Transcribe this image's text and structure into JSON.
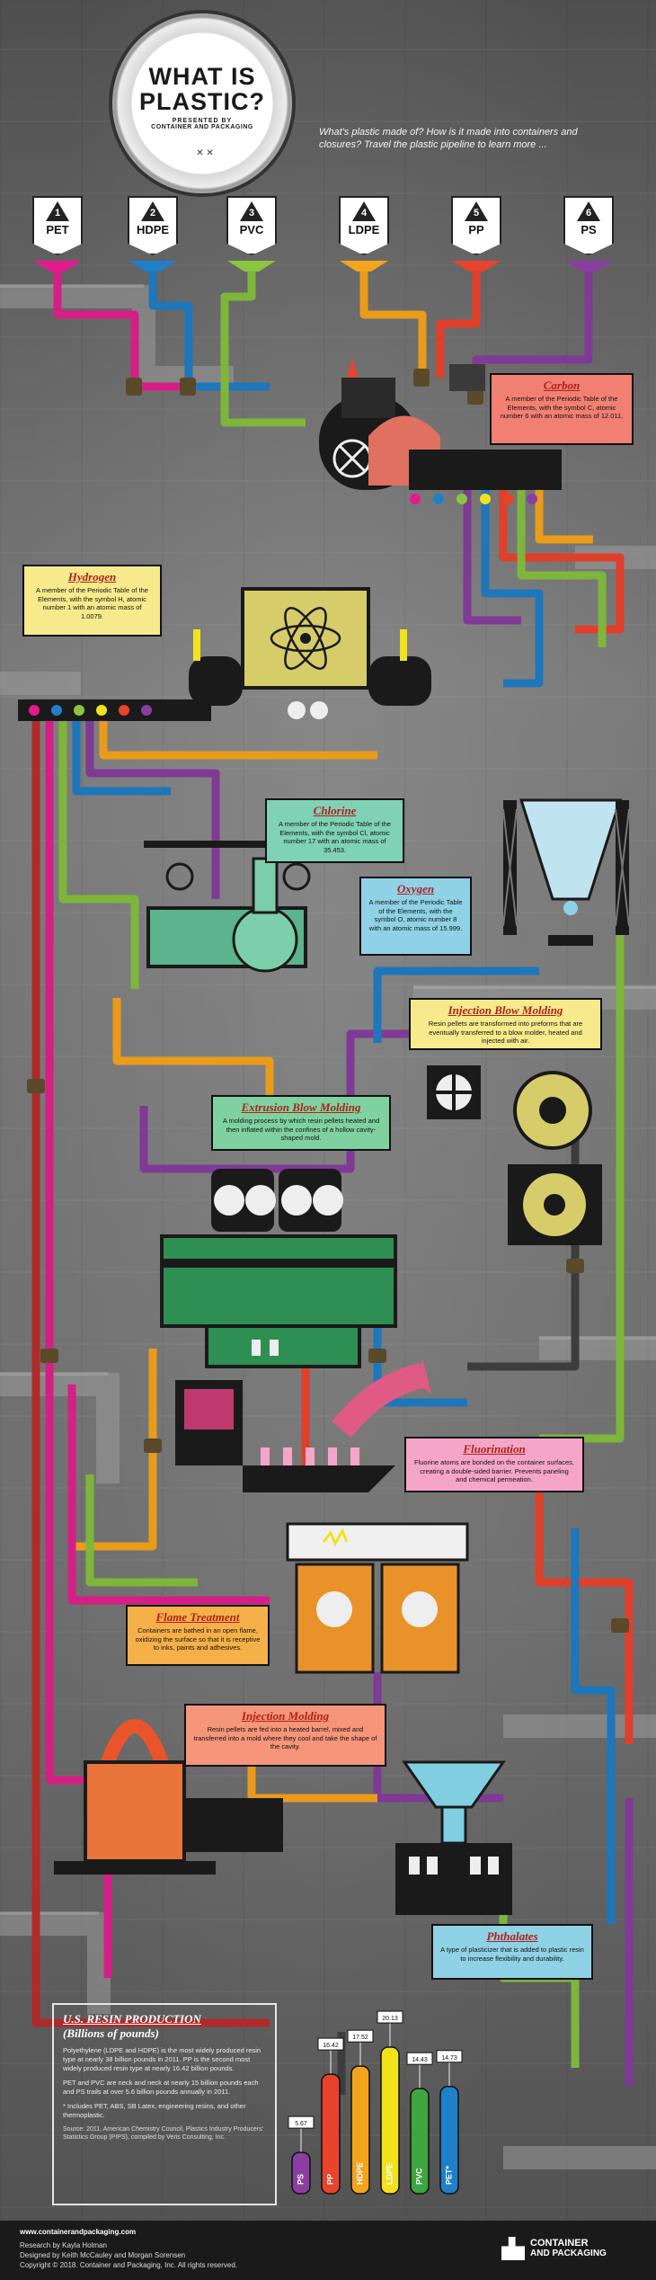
{
  "header": {
    "title_line1": "WHAT IS",
    "title_line2": "PLASTIC?",
    "presented_by": "PRESENTED BY",
    "presenter": "CONTAINER AND PACKAGING",
    "intro": "What's plastic made of? How is it made into containers and closures? Travel the plastic pipeline to learn more ..."
  },
  "resin_codes": [
    {
      "num": "1",
      "label": "PET",
      "color": "#e21b8c"
    },
    {
      "num": "2",
      "label": "HDPE",
      "color": "#1f7fc9"
    },
    {
      "num": "3",
      "label": "PVC",
      "color": "#8bc43f"
    },
    {
      "num": "4",
      "label": "LDPE",
      "color": "#f2a51c"
    },
    {
      "num": "5",
      "label": "PP",
      "color": "#e8432c"
    },
    {
      "num": "6",
      "label": "PS",
      "color": "#8a3fa0"
    }
  ],
  "cards": {
    "carbon": {
      "title": "Carbon",
      "text": "A member of the Periodic Table of the Elements, with the symbol C, atomic number 6 with an atomic mass of 12.011.",
      "color": "#f28072"
    },
    "hydrogen": {
      "title": "Hydrogen",
      "text": "A member of the Periodic Table of the Elements, with the symbol H, atomic number 1 with an atomic mass of 1.0079.",
      "color": "#f6ea8c"
    },
    "chlorine": {
      "title": "Chlorine",
      "text": "A member of the Periodic Table of the Elements, with the symbol Cl, atomic number 17 with an atomic mass of 35.453.",
      "color": "#7fd2b6"
    },
    "oxygen": {
      "title": "Oxygen",
      "text": "A member of the Periodic Table of the Elements, with the symbol O, atomic number 8 with an atomic mass of 15.999.",
      "color": "#8fd2e6"
    },
    "injection_blow": {
      "title": "Injection Blow Molding",
      "text": "Resin pellets are transformed into preforms that are eventually transferred to a blow molder, heated and injected with air.",
      "color": "#f6ea8c"
    },
    "extrusion_blow": {
      "title": "Extrusion Blow Molding",
      "text": "A molding process by which resin pellets heated and then inflated within the confines of a hollow cavity-shaped mold.",
      "color": "#7fd2a0"
    },
    "fluorination": {
      "title": "Fluorination",
      "text": "Fluorine atoms are bonded on the container surfaces, creating a double-sided barrier. Prevents paneling and chemical permeation.",
      "color": "#f5a6c8"
    },
    "flame": {
      "title": "Flame Treatment",
      "text": "Containers are bathed in an open flame, oxidizing the surface so that it is receptive to inks, paints and adhesives.",
      "color": "#f6b04a"
    },
    "injection": {
      "title": "Injection Molding",
      "text": "Resin pellets are fed into a heated barrel, mixed and transferred into a mold where they cool and take the shape of the cavity.",
      "color": "#f5957a"
    },
    "phthalates": {
      "title": "Phthalates",
      "text": "A type of plasticizer that is added to plastic resin to increase flexibility and durability.",
      "color": "#8fd2e6"
    }
  },
  "production": {
    "title": "U.S. RESIN PRODUCTION",
    "subtitle": "(Billions of pounds)",
    "p1": "Polyethylene (LDPE and HDPE) is the most widely produced resin type at nearly 38 billion pounds in 2011. PP is the second most widely produced resin type at nearly 16.42 billion pounds.",
    "p2": "PET and PVC are neck and neck at nearly 15 billion pounds each and PS trails at over 5.6 billion pounds annually in 2011.",
    "p3": "* Includes PET, ABS, SB Latex, engineering resins, and other thermoplastic.",
    "source": "Source: 2011, American Chemistry Council, Plastics Industry Producers' Statistics Group (PIPS), compiled by Veris Consulting, Inc."
  },
  "chart_data": {
    "type": "bar",
    "categories": [
      "PS",
      "PP",
      "HDPE",
      "LDPE",
      "PVC",
      "PET*"
    ],
    "values": [
      5.67,
      16.42,
      17.52,
      20.13,
      14.43,
      14.73
    ],
    "colors": [
      "#8a3fa0",
      "#e8432c",
      "#f2a51c",
      "#f2e21c",
      "#3fa53f",
      "#1f7fc9"
    ]
  },
  "footer": {
    "url": "www.containerandpackaging.com",
    "research": "Research by Kayla Holman",
    "designed": "Designed by Keith McCauley and Morgan Sorensen",
    "copyright": "Copyright © 2018. Container and Packaging, Inc. All rights reserved.",
    "brand_line1": "CONTAINER",
    "brand_line2": "AND PACKAGING"
  }
}
